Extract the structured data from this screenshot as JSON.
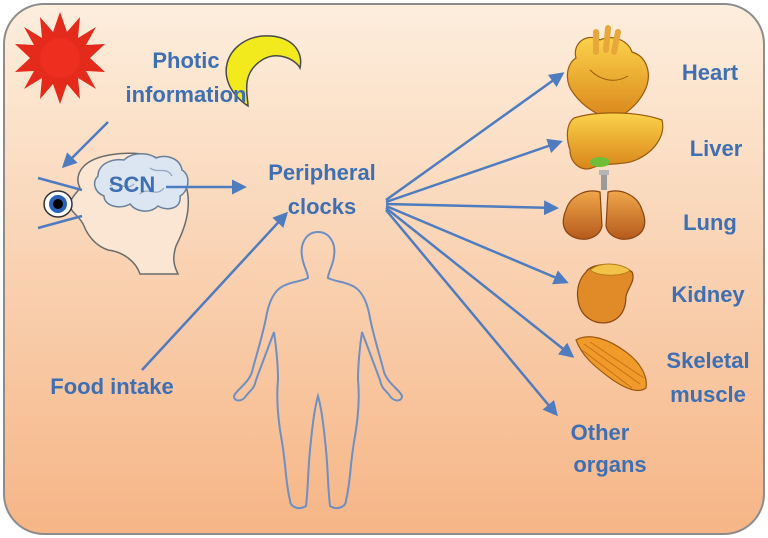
{
  "colors": {
    "text": "#3f6fb3",
    "arrow": "#4f7bbf",
    "panel_top": "#fce9d6",
    "panel_bottom": "#f7b98a",
    "outline": "#7a7a7a"
  },
  "inputs": {
    "photic_line1": "Photic",
    "photic_line2": "information",
    "food": "Food intake"
  },
  "center": {
    "scn": "SCN",
    "peripheral_line1": "Peripheral",
    "peripheral_line2": "clocks"
  },
  "organs": [
    {
      "label": "Heart",
      "icon": "heart-icon"
    },
    {
      "label": "Liver",
      "icon": "liver-icon"
    },
    {
      "label": "Lung",
      "icon": "lung-icon"
    },
    {
      "label": "Kidney",
      "icon": "kidney-icon"
    },
    {
      "label": "Skeletal",
      "label2": "muscle",
      "icon": "muscle-icon"
    },
    {
      "label": "Other",
      "label2": "organs",
      "icon": ""
    }
  ],
  "icons": [
    "sun-icon",
    "moon-icon",
    "eye-icon",
    "head-icon",
    "brain-icon",
    "human-body-icon"
  ]
}
